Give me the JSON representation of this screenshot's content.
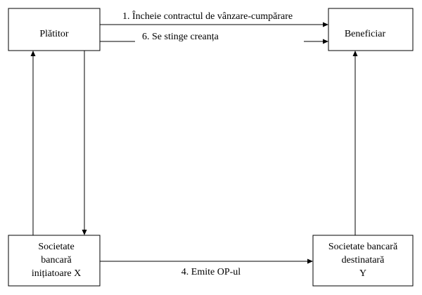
{
  "nodes": {
    "platitor": {
      "lines": [
        "Plătitor"
      ]
    },
    "beneficiar": {
      "lines": [
        "Beneficiar"
      ]
    },
    "banca_x": {
      "lines": [
        "Societate",
        "bancară",
        "inițiatoare X"
      ]
    },
    "banca_y": {
      "lines": [
        "Societate bancară",
        "destinatară",
        "Y"
      ]
    }
  },
  "edges": {
    "contract": {
      "label": "1. Încheie contractul de vânzare-cumpărare"
    },
    "stinge": {
      "label": "6. Se stinge creanța"
    },
    "op": {
      "label": "4. Emite OP-ul"
    }
  },
  "colors": {
    "stroke": "#000000",
    "background": "#ffffff"
  }
}
